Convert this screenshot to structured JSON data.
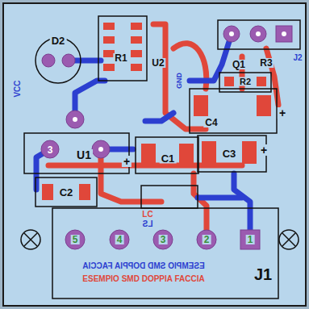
{
  "diagram": {
    "labels": [
      "D2",
      "R1",
      "U2",
      "Q1",
      "R3",
      "R2",
      "J2",
      "C4",
      "VCC",
      "GND",
      "U1",
      "3",
      "C1",
      "C3",
      "C2",
      "+",
      "+",
      "+",
      "LC",
      "LS",
      "5",
      "4",
      "3",
      "2",
      "1",
      "J1",
      "ESEMPIO SMD DOPPIA FACCIA",
      "ESEMPIO SMD DOPPIA FACCIA"
    ]
  }
}
